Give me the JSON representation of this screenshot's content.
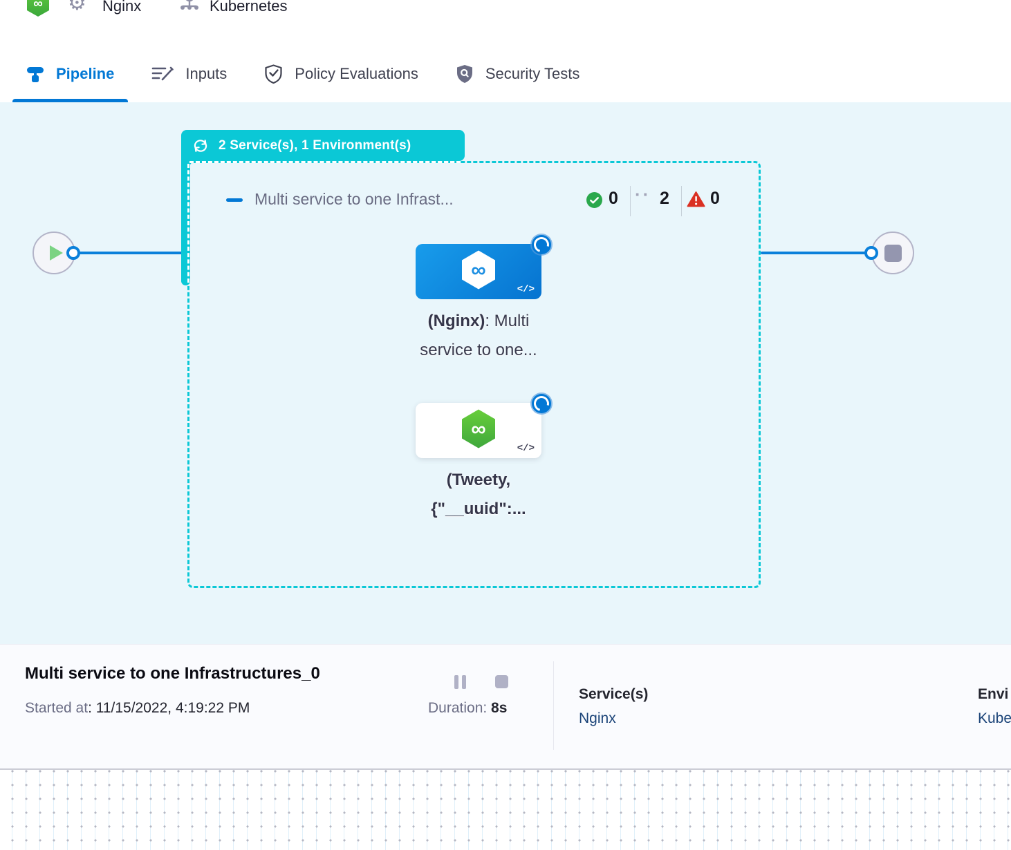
{
  "topbar": {
    "service": "Nginx",
    "environment": "Kubernetes"
  },
  "tabs": [
    {
      "label": "Pipeline",
      "active": true
    },
    {
      "label": "Inputs",
      "active": false
    },
    {
      "label": "Policy Evaluations",
      "active": false
    },
    {
      "label": "Security Tests",
      "active": false
    }
  ],
  "canvas": {
    "group_badge": "2 Service(s), 1 Environment(s)",
    "stage": {
      "title": "Multi service to one Infrast...",
      "success_count": "0",
      "running_count": "2",
      "failed_count": "0"
    },
    "nodes": [
      {
        "line1_bold": "(Nginx)",
        "line1_rest": ": Multi",
        "line2": "service to one..."
      },
      {
        "line1_bold": "(Tweety,",
        "line2_bold": "{\"__uuid\":..."
      }
    ]
  },
  "footer": {
    "title": "Multi service to one Infrastructures_0",
    "started_label": "Started at",
    "started_value": ": 11/15/2022, 4:19:22 PM",
    "duration_label": "Duration: ",
    "duration_value": "8s",
    "services_label": "Service(s)",
    "services_value": "Nginx",
    "environments_label": "Envi",
    "environments_value": "Kube"
  },
  "icons": {
    "infinity": "∞",
    "gear": "⚙",
    "code": "</>",
    "running_dots": "··"
  },
  "colors": {
    "teal": "#0BC8D6",
    "primary_blue": "#0278D5",
    "canvas_bg": "#E9F6FB",
    "success_green": "#2AA84C",
    "failed_red": "#DA3023",
    "link_navy": "#1A4378"
  }
}
